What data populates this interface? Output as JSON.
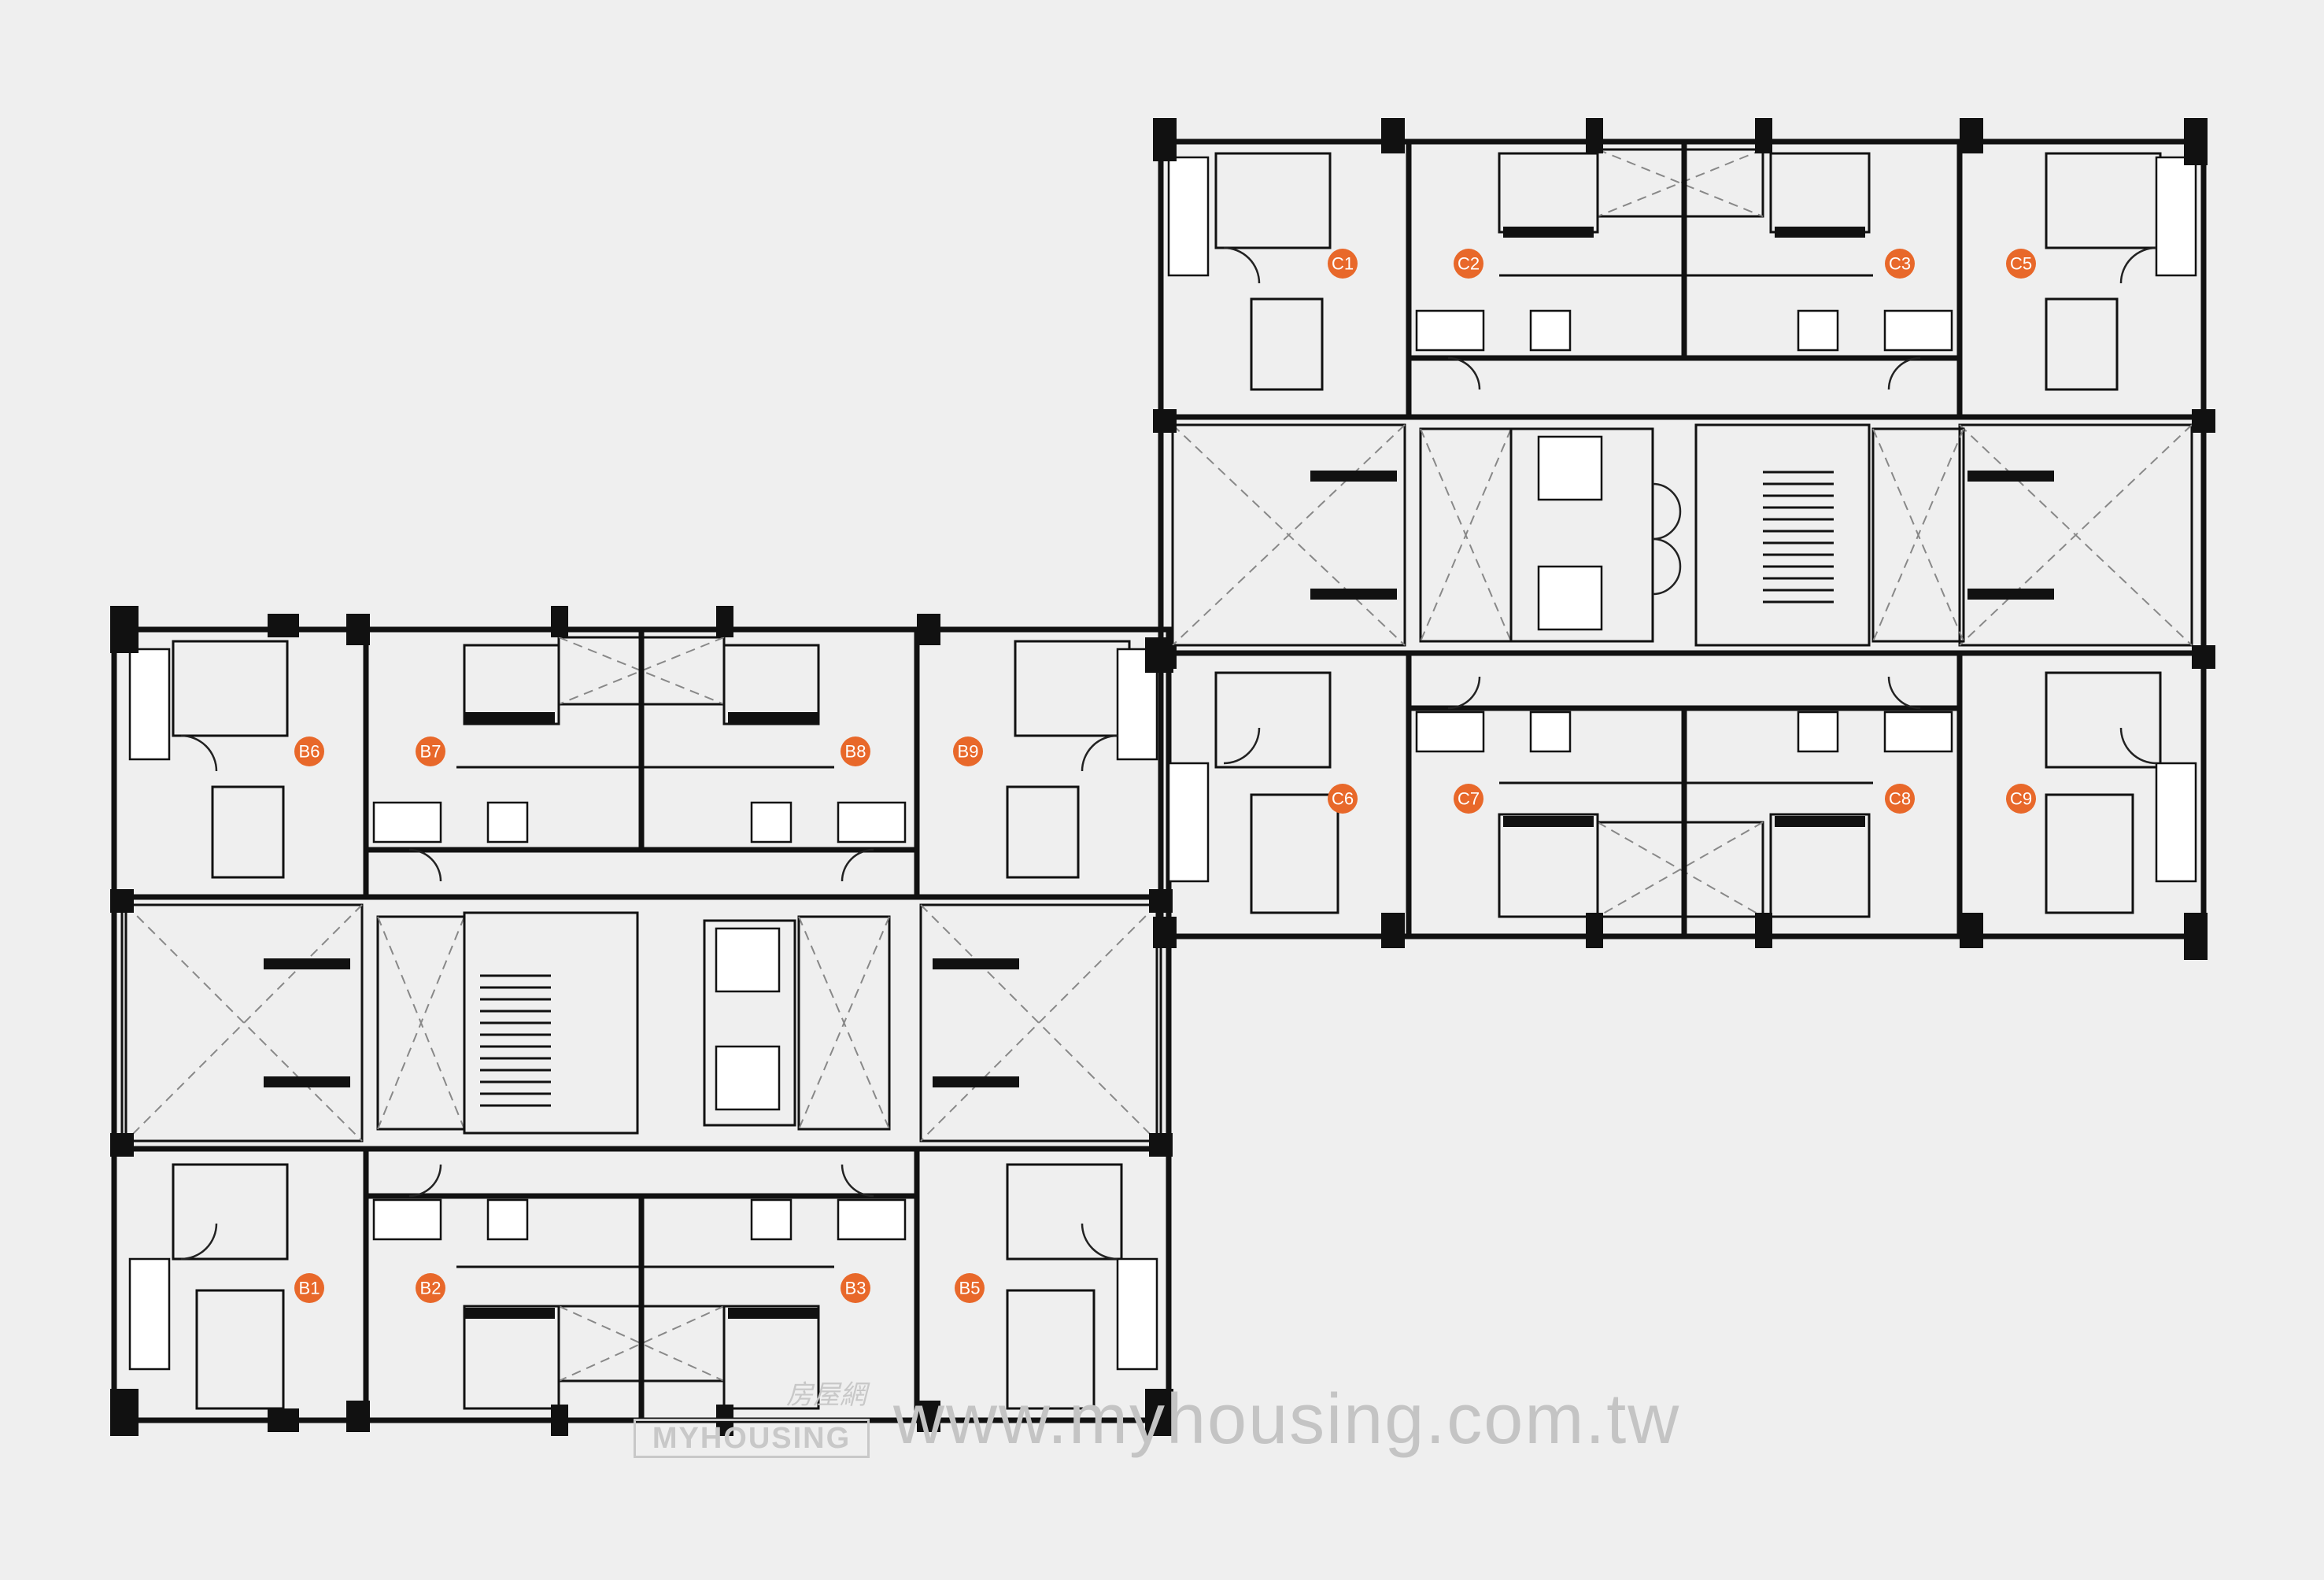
{
  "plan": {
    "accent": "#e8682a",
    "units_b": [
      "B6",
      "B7",
      "B8",
      "B9",
      "B1",
      "B2",
      "B3",
      "B5"
    ],
    "units_c": [
      "C1",
      "C2",
      "C3",
      "C5",
      "C6",
      "C7",
      "C8",
      "C9"
    ]
  },
  "watermark": {
    "logo_cjk": "房屋網",
    "logo_text": "MYHOUSING",
    "url": "www.myhousing.com.tw"
  }
}
